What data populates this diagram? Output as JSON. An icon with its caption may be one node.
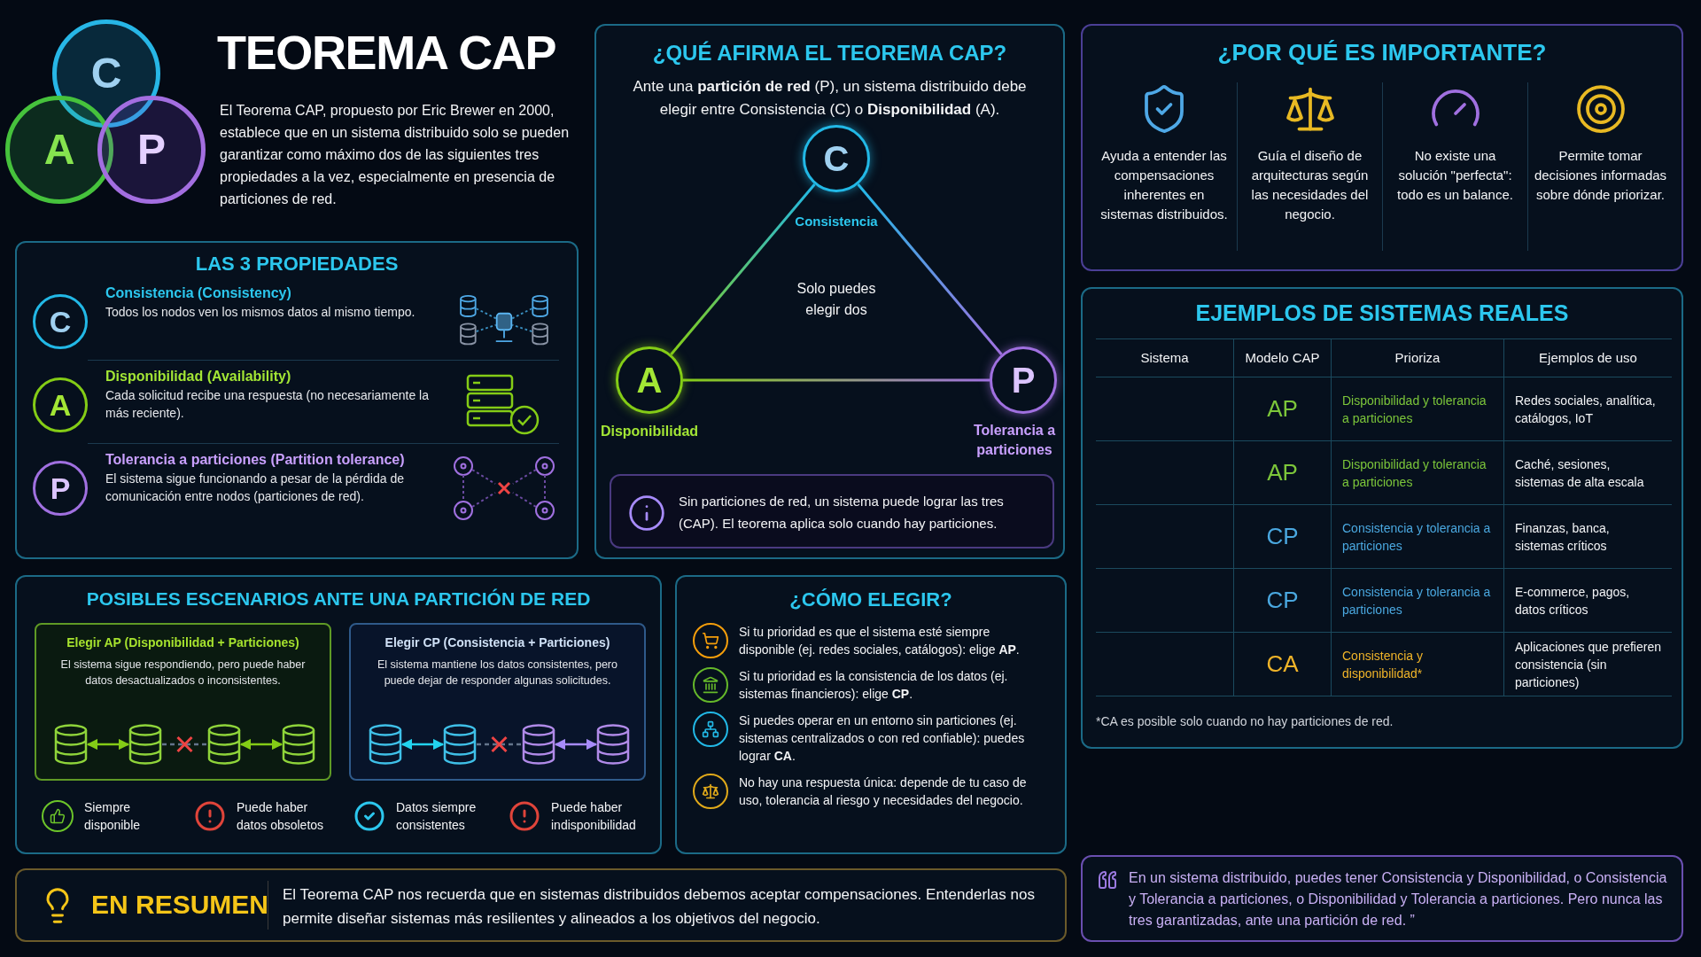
{
  "diagram": {
    "title": "TEOREMA CAP",
    "nodes": [
      {
        "text": [
          "C"
        ]
      },
      {
        "text": [
          "A"
        ]
      },
      {
        "text": [
          "P"
        ]
      },
      {
        "text": [
          "LAS 3 PROPIEDADES"
        ]
      },
      {
        "text": [
          "C"
        ],
        "in": 3,
        "beside": [
          "Consistencia (Consistency)",
          "Todos los nodos ven los mismos datos al mismo tiempo."
        ]
      },
      {
        "text": [
          "A"
        ],
        "in": 3,
        "beside": [
          "Disponibilidad (Availability)",
          "Cada solicitud recibe una respuesta (no necesariamente la más reciente)."
        ]
      },
      {
        "text": [
          "P"
        ],
        "in": 3,
        "beside": [
          "Tolerancia a particiones (Partition tolerance)",
          "El sistema sigue funcionando a pesar de la pérdida de comunicación entre nodos (particiones de red)."
        ]
      },
      {
        "text": [
          "¿QUÉ AFIRMA EL TEOREMA CAP?",
          "Ante una **partición de red** (P), un sistema distribuido debe elegir entre Consistencia (C) o **Disponibilidad** (A)."
        ]
      },
      {
        "text": [
          "C"
        ],
        "in": 7,
        "beside": [
          "Consistencia"
        ]
      },
      {
        "text": [
          "A"
        ],
        "in": 7,
        "beside": [
          "Disponibilidad"
        ]
      },
      {
        "text": [
          "P"
        ],
        "in": 7,
        "beside": [
          "Tolerancia a particiones"
        ]
      },
      {
        "text": [
          "Sin particiones de red, un sistema puede lograr las tres (CAP). El teorema aplica solo cuando hay particiones."
        ],
        "in": 7
      },
      {
        "text": [
          "¿POR QUÉ ES IMPORTANTE?"
        ]
      },
      {
        "text": [
          "EJEMPLOS DE SISTEMAS REALES"
        ]
      },
      {
        "text": [
          "POSIBLES ESCENARIOS ANTE UNA PARTICIÓN DE RED"
        ]
      },
      {
        "text": [
          "Elegir AP (Disponibilidad + Particiones)",
          "El sistema sigue respondiendo, pero puede haber datos desactualizados o inconsistentes."
        ],
        "in": 14
      },
      {
        "text": [],
        "shape": "cylinder",
        "in": 15
      },
      {
        "text": [],
        "shape": "cylinder",
        "in": 15
      },
      {
        "text": [],
        "shape": "cylinder",
        "in": 15
      },
      {
        "text": [],
        "shape": "cylinder",
        "in": 15
      },
      {
        "text": [
          "Elegir CP (Consistencia + Particiones)",
          "El sistema mantiene los datos consistentes, pero puede dejar de responder algunas solicitudes."
        ],
        "in": 14
      },
      {
        "text": [],
        "shape": "cylinder",
        "in": 20
      },
      {
        "text": [],
        "shape": "cylinder",
        "in": 20
      },
      {
        "text": [],
        "shape": "cylinder",
        "in": 20
      },
      {
        "text": [],
        "shape": "cylinder",
        "in": 20
      },
      {
        "text": [
          "¿CÓMO ELEGIR?"
        ]
      },
      {
        "text": [
          "EN RESUMEN",
          "El Teorema CAP nos recuerda que en sistemas distribuidos debemos aceptar compensaciones. Entenderlas nos permite diseñar sistemas más resilientes y alineados a los objetivos del negocio."
        ]
      },
      {
        "text": [
          "En un sistema distribuido, puedes tener Consistencia y Disponibilidad, o Consistencia y Tolerancia a particiones, o Disponibilidad y Tolerancia a particiones. Pero nunca las tres garantizadas, ante una partición de red. ”"
        ]
      }
    ],
    "edges": [
      {
        "from": 8,
        "to": 9,
        "arrow": "none"
      },
      {
        "from": 8,
        "to": 10,
        "arrow": "none"
      },
      {
        "from": 9,
        "to": 10,
        "arrow": "none"
      },
      {
        "from": 16,
        "to": 17,
        "arrow": "both",
        "color": "#84cc16"
      },
      {
        "from": 17,
        "to": 18,
        "arrow": "none",
        "style": "dashed",
        "color": "#64748b"
      },
      {
        "from": 18,
        "to": 19,
        "arrow": "both",
        "color": "#84cc16"
      },
      {
        "from": 21,
        "to": 22,
        "arrow": "both",
        "color": "#22d3ee"
      },
      {
        "from": 22,
        "to": 23,
        "arrow": "none",
        "style": "dashed",
        "color": "#64748b"
      },
      {
        "from": 23,
        "to": 24,
        "arrow": "both",
        "color": "#a78bfa"
      }
    ],
    "labels": [
      "El Teorema CAP, propuesto por Eric Brewer en 2000, establece que en un sistema distribuido solo se pueden garantizar como máximo dos de las siguientes tres propiedades a la vez, especialmente en presencia de particiones de red.",
      "Solo puedes elegir dos",
      "Ayuda a entender las compensaciones inherentes en sistemas distribuidos.",
      "Guía el diseño de arquitecturas según las necesidades del negocio.",
      "No existe una solución \"perfecta\": todo es un balance.",
      "Permite tomar decisiones informadas sobre dónde priorizar.",
      "Sistema",
      "Modelo CAP",
      "Prioriza",
      "Ejemplos de uso",
      "AP",
      "Disponibilidad y tolerancia a particiones",
      "Redes sociales, analítica, catálogos, IoT",
      "AP",
      "Disponibilidad y tolerancia a particiones",
      "Caché, sesiones, sistemas de alta escala",
      "CP",
      "Consistencia y tolerancia a particiones",
      "Finanzas, banca, sistemas críticos",
      "CP",
      "Consistencia y tolerancia a particiones",
      "E-commerce, pagos, datos críticos",
      "CA",
      "Consistencia y disponibilidad*",
      "Aplicaciones que prefieren consistencia (sin particiones)",
      "*CA es posible solo cuando no hay particiones de red.",
      "Siempre disponible",
      "Puede haber datos obsoletos",
      "Datos siempre consistentes",
      "Puede haber indisponibilidad",
      "Si tu prioridad es que el sistema esté siempre disponible (ej. redes sociales, catálogos): elige **AP**.",
      "Si tu prioridad es la consistencia de los datos (ej. sistemas financieros): elige **CP**.",
      "Si puedes operar en un entorno sin particiones (ej. sistemas centralizados o con red confiable): puedes lograr **CA**.",
      "No hay una respuesta única: depende de tu caso de uso, tolerancia al riesgo y necesidades del negocio."
    ]
  }
}
